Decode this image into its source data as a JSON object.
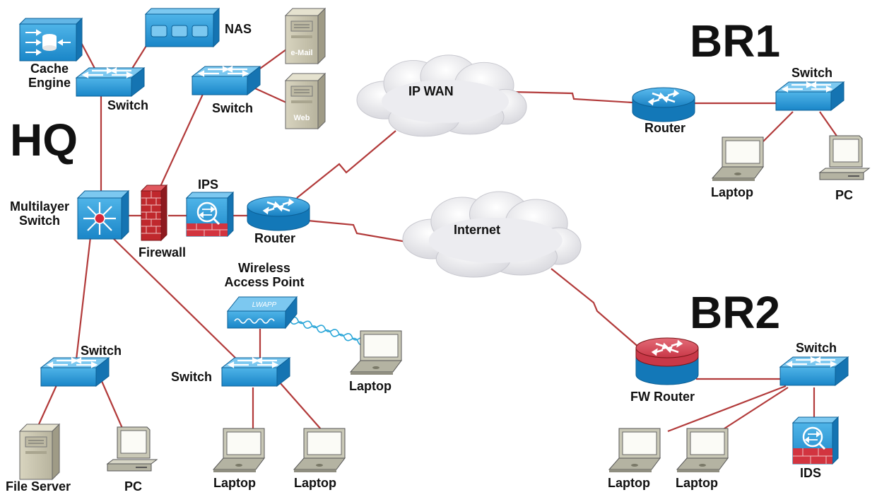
{
  "sites": {
    "hq": "HQ",
    "br1": "BR1",
    "br2": "BR2"
  },
  "devices": {
    "cache_engine": "Cache\nEngine",
    "nas": "NAS",
    "switch_cache": "Switch",
    "switch_srv": "Switch",
    "email_server": "e-Mail",
    "web_server": "Web",
    "multilayer_switch": "Multilayer\nSwitch",
    "firewall": "Firewall",
    "ips": "IPS",
    "hq_router": "Router",
    "ip_wan": "IP WAN",
    "internet": "Internet",
    "wap": "Wireless\nAccess Point",
    "wap_badge": "LWAPP",
    "wireless_laptop": "Laptop",
    "switch_left": "Switch",
    "file_server": "File Server",
    "pc_left": "PC",
    "switch_mid": "Switch",
    "laptop_mid1": "Laptop",
    "laptop_mid2": "Laptop",
    "br1_router": "Router",
    "br1_switch": "Switch",
    "br1_laptop": "Laptop",
    "br1_pc": "PC",
    "br2_fw_router": "FW Router",
    "br2_switch": "Switch",
    "br2_laptop1": "Laptop",
    "br2_laptop2": "Laptop",
    "br2_ids": "IDS"
  },
  "colors": {
    "link": "#b23a3a",
    "cisco_blue": "#1f8fd0",
    "cisco_dark": "#0b5f96",
    "firewall_red": "#c0282d",
    "server_beige": "#cfcbb4",
    "cloud": "#e9e9ec",
    "wireless": "#2aa6d8"
  }
}
